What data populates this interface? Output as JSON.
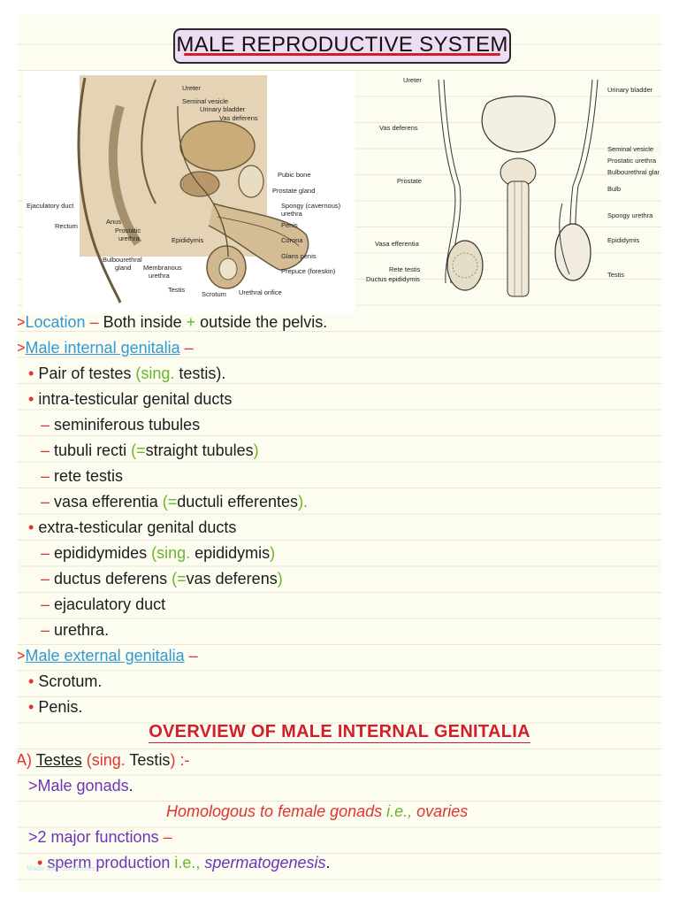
{
  "title": "MALE REPRODUCTIVE SYSTEM",
  "figure_left_labels": {
    "ureter": "Ureter",
    "seminal_vesicle": "Seminal vesicle",
    "urinary_bladder": "Urinary bladder",
    "vas_deferens": "Vas deferens",
    "pubic_bone": "Pubic bone",
    "prostate_gland": "Prostate gland",
    "ejaculatory_duct": "Ejaculatory duct",
    "rectum": "Rectum",
    "anus": "Anus",
    "prostatic_urethra": "Prostatic",
    "prostatic_urethra2": "urethra",
    "spongy_urethra": "Spongy (cavernous)",
    "spongy_urethra2": "urethra",
    "penis": "Penis",
    "epididymis": "Epididymis",
    "corona": "Corona",
    "bulbourethral": "Bulbourethral",
    "bulbourethral2": "gland",
    "glans_penis": "Glans penis",
    "membranous": "Membranous",
    "membranous2": "urethra",
    "prepuce": "Prepuce (foreskin)",
    "testis": "Testis",
    "scrotum": "Scrotum",
    "urethral_orifice": "Urethral orifice"
  },
  "figure_right_labels": {
    "ureter": "Ureter",
    "urinary_bladder": "Urinary bladder",
    "vas_deferens": "Vas deferens",
    "seminal_vesicle": "Seminal vesicle",
    "prostatic_urethra": "Prostatic urethra",
    "bulbourethral_gland": "Bulbourethral gland",
    "prostate": "Prostate",
    "bulb": "Bulb",
    "spongy_urethra": "Spongy urethra",
    "vasa_efferentia": "Vasa efferentia",
    "epididymis": "Epididymis",
    "rete_testis": "Rete testis",
    "ductus_epididymis": "Ductus epididymis",
    "testis": "Testis"
  },
  "notes": {
    "location_marker": ">",
    "location_label": "Location",
    "location_dash": " – ",
    "location_text1": "Both inside ",
    "location_plus": "+",
    "location_text2": " outside the pelvis.",
    "internal_marker": ">",
    "internal_label": "Male internal genitalia",
    "internal_dash": " –",
    "bullet": "•",
    "dash": "–",
    "testes_text": " Pair of testes ",
    "testes_paren": "(sing.",
    "testes_word": " testis",
    "testes_close": ").",
    "intra_text": "intra-testicular genital ducts",
    "intra_items": [
      "seminiferous tubules"
    ],
    "tubuli_text": "tubuli recti ",
    "tubuli_open": "(=",
    "tubuli_mid": "straight tubules",
    "tubuli_close": ")",
    "rete_text": "rete testis",
    "vasa_text": "vasa efferentia ",
    "vasa_open": "(=",
    "vasa_mid": "ductuli efferentes",
    "vasa_close": ").",
    "extra_text": "extra-testicular genital ducts",
    "epid_text": "epididymides ",
    "epid_open": "(sing.",
    "epid_mid": " epididymis",
    "epid_close": ")",
    "ductus_text": "ductus deferens ",
    "ductus_open": "(=",
    "ductus_mid": "vas deferens",
    "ductus_close": ")",
    "ejac_text": "ejaculatory duct",
    "urethra_text": "urethra.",
    "external_marker": ">",
    "external_label": "Male external genitalia",
    "external_dash": " –",
    "scrotum_text": "Scrotum.",
    "penis_text": "Penis."
  },
  "section2": {
    "heading": "OVERVIEW OF MALE INTERNAL GENITALIA",
    "a_prefix": "A) ",
    "a_word": "Testes",
    "a_paren_open": " (sing.",
    "a_sing": " Testis",
    "a_paren_close": ") :-",
    "gonads_marker": ">",
    "gonads_text": "Male gonads",
    "gonads_end": ".",
    "homologous_text": "Homologous to female gonads ",
    "homologous_ie": "i.e.,",
    "homologous_end": " ovaries",
    "functions_marker": ">",
    "functions_text": "2 major functions",
    "functions_dash": " –",
    "sperm_bullet": "•",
    "sperm_text": " sperm production",
    "sperm_ie": " i.e.,",
    "sperm_term": " spermatogenesis",
    "sperm_end": "."
  },
  "watermark": "Made with Goodnotes",
  "colors": {
    "red": "#e0332f",
    "blue": "#2f9ad3",
    "green": "#6ab52c",
    "purple": "#6a35b8",
    "title_bg": "#eedcf2",
    "paper": "#fdfcf0"
  }
}
